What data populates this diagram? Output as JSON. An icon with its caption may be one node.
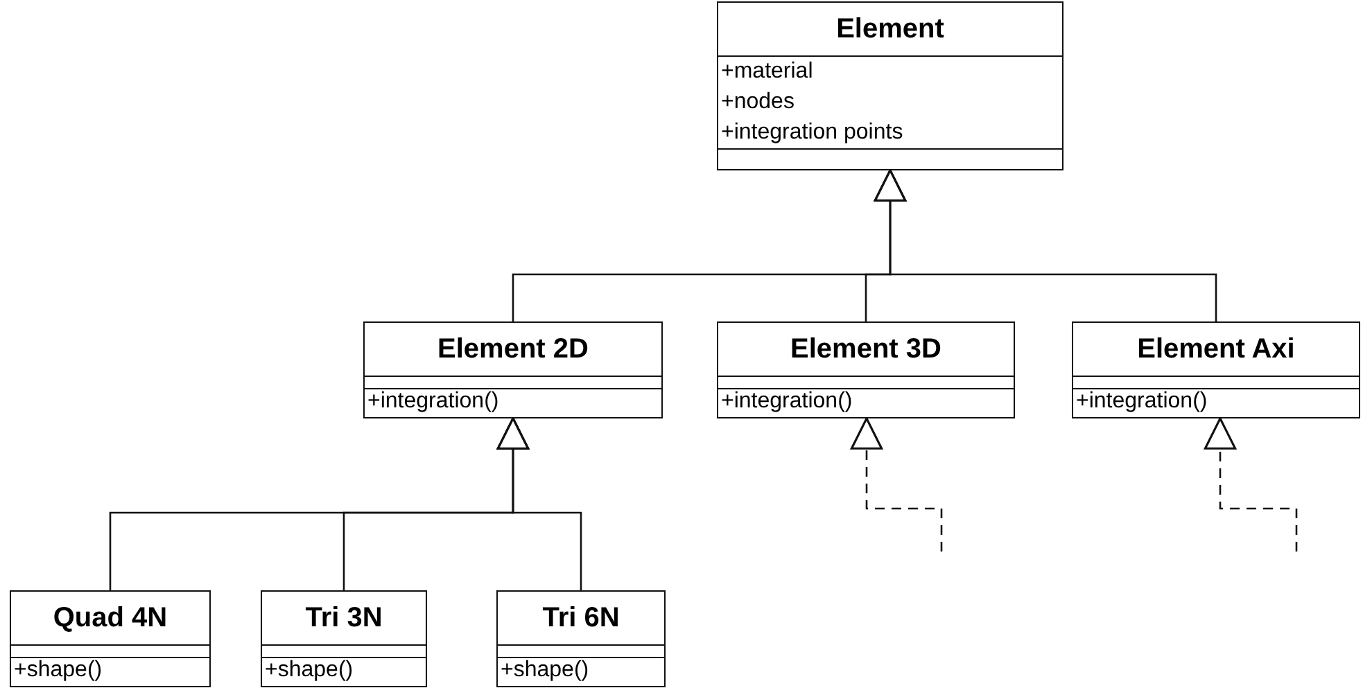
{
  "diagram": {
    "nodes": [
      {
        "text": [
          "Element",
          "+material",
          "+nodes",
          "+integration points"
        ]
      },
      {
        "text": [
          "Element 2D",
          "+integration()"
        ]
      },
      {
        "text": [
          "Element 3D",
          "+integration()"
        ]
      },
      {
        "text": [
          "Element Axi",
          "+integration()"
        ]
      },
      {
        "text": [
          "Quad 4N",
          "+shape()"
        ]
      },
      {
        "text": [
          "Tri 3N",
          "+shape()"
        ]
      },
      {
        "text": [
          "Tri 6N",
          "+shape()"
        ]
      }
    ],
    "edges": [
      {
        "from": 1,
        "to": 0,
        "arrow": "to"
      },
      {
        "from": 2,
        "to": 0,
        "arrow": "to"
      },
      {
        "from": 3,
        "to": 0,
        "arrow": "to"
      },
      {
        "from": 4,
        "to": 1,
        "arrow": "to"
      },
      {
        "from": 5,
        "to": 1,
        "arrow": "to"
      },
      {
        "from": 6,
        "to": 1,
        "arrow": "to"
      },
      {
        "from": null,
        "to": 2,
        "arrow": "to",
        "style": "dashed"
      },
      {
        "from": null,
        "to": 3,
        "arrow": "to",
        "style": "dashed"
      }
    ]
  }
}
